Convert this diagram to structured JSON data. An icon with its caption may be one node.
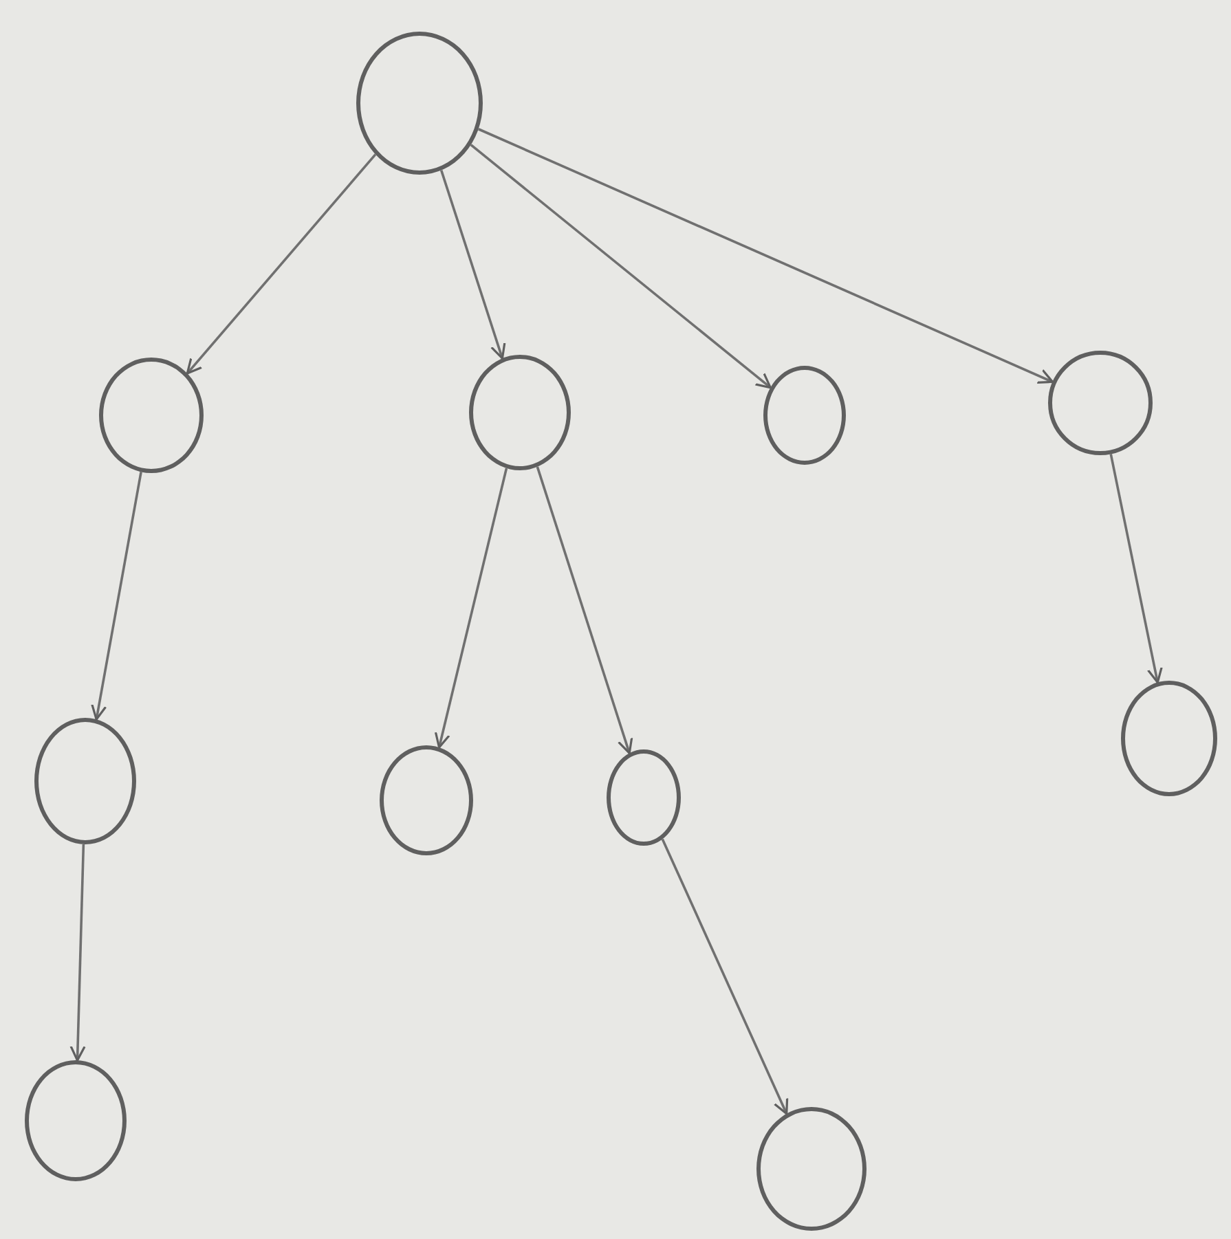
{
  "diagram": {
    "nodes": [
      {
        "text": [],
        "shape": "circle"
      },
      {
        "text": [],
        "shape": "circle"
      },
      {
        "text": [],
        "shape": "circle"
      },
      {
        "text": [],
        "shape": "circle"
      },
      {
        "text": [],
        "shape": "circle"
      },
      {
        "text": [],
        "shape": "circle"
      },
      {
        "text": [],
        "shape": "circle"
      },
      {
        "text": [],
        "shape": "circle"
      },
      {
        "text": [],
        "shape": "circle"
      },
      {
        "text": [],
        "shape": "circle"
      },
      {
        "text": [],
        "shape": "circle"
      }
    ],
    "edges": [
      {
        "from": 0,
        "to": 1,
        "arrow": "to"
      },
      {
        "from": 0,
        "to": 2,
        "arrow": "to"
      },
      {
        "from": 0,
        "to": 3,
        "arrow": "to"
      },
      {
        "from": 0,
        "to": 4,
        "arrow": "to"
      },
      {
        "from": 1,
        "to": 5,
        "arrow": "to"
      },
      {
        "from": 2,
        "to": 6,
        "arrow": "to"
      },
      {
        "from": 2,
        "to": 7,
        "arrow": "to"
      },
      {
        "from": 4,
        "to": 8,
        "arrow": "to"
      },
      {
        "from": 5,
        "to": 9,
        "arrow": "to"
      },
      {
        "from": 7,
        "to": 10,
        "arrow": "to"
      }
    ]
  }
}
